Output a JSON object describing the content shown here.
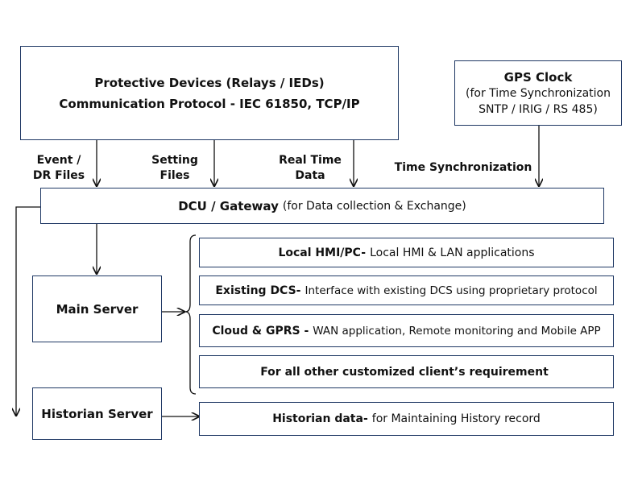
{
  "protective": {
    "line1": "Protective Devices (Relays / IEDs)",
    "line2": "Communication Protocol - IEC 61850, TCP/IP"
  },
  "gps": {
    "title": "GPS Clock",
    "line1": "(for Time Synchronization",
    "line2": "SNTP / IRIG / RS 485)"
  },
  "labels": {
    "event_1": "Event /",
    "event_2": "DR Files",
    "setting_1": "Setting",
    "setting_2": "Files",
    "realtime_1": "Real Time",
    "realtime_2": "Data",
    "timesync": "Time Synchronization"
  },
  "dcu": {
    "bold": "DCU / Gateway",
    "rest": "(for Data collection & Exchange)"
  },
  "main_server": "Main Server",
  "historian_server": "Historian Server",
  "clients": [
    {
      "bold": "Local HMI/PC-",
      "rest": "Local HMI & LAN applications"
    },
    {
      "bold": "Existing DCS-",
      "rest": "Interface with existing DCS using proprietary protocol"
    },
    {
      "bold": "Cloud & GPRS -",
      "rest": "WAN application, Remote monitoring and Mobile APP"
    },
    {
      "bold": "For all other customized client’s requirement",
      "rest": ""
    }
  ],
  "historian_data": {
    "bold": "Historian data-",
    "rest": "for Maintaining History record"
  }
}
